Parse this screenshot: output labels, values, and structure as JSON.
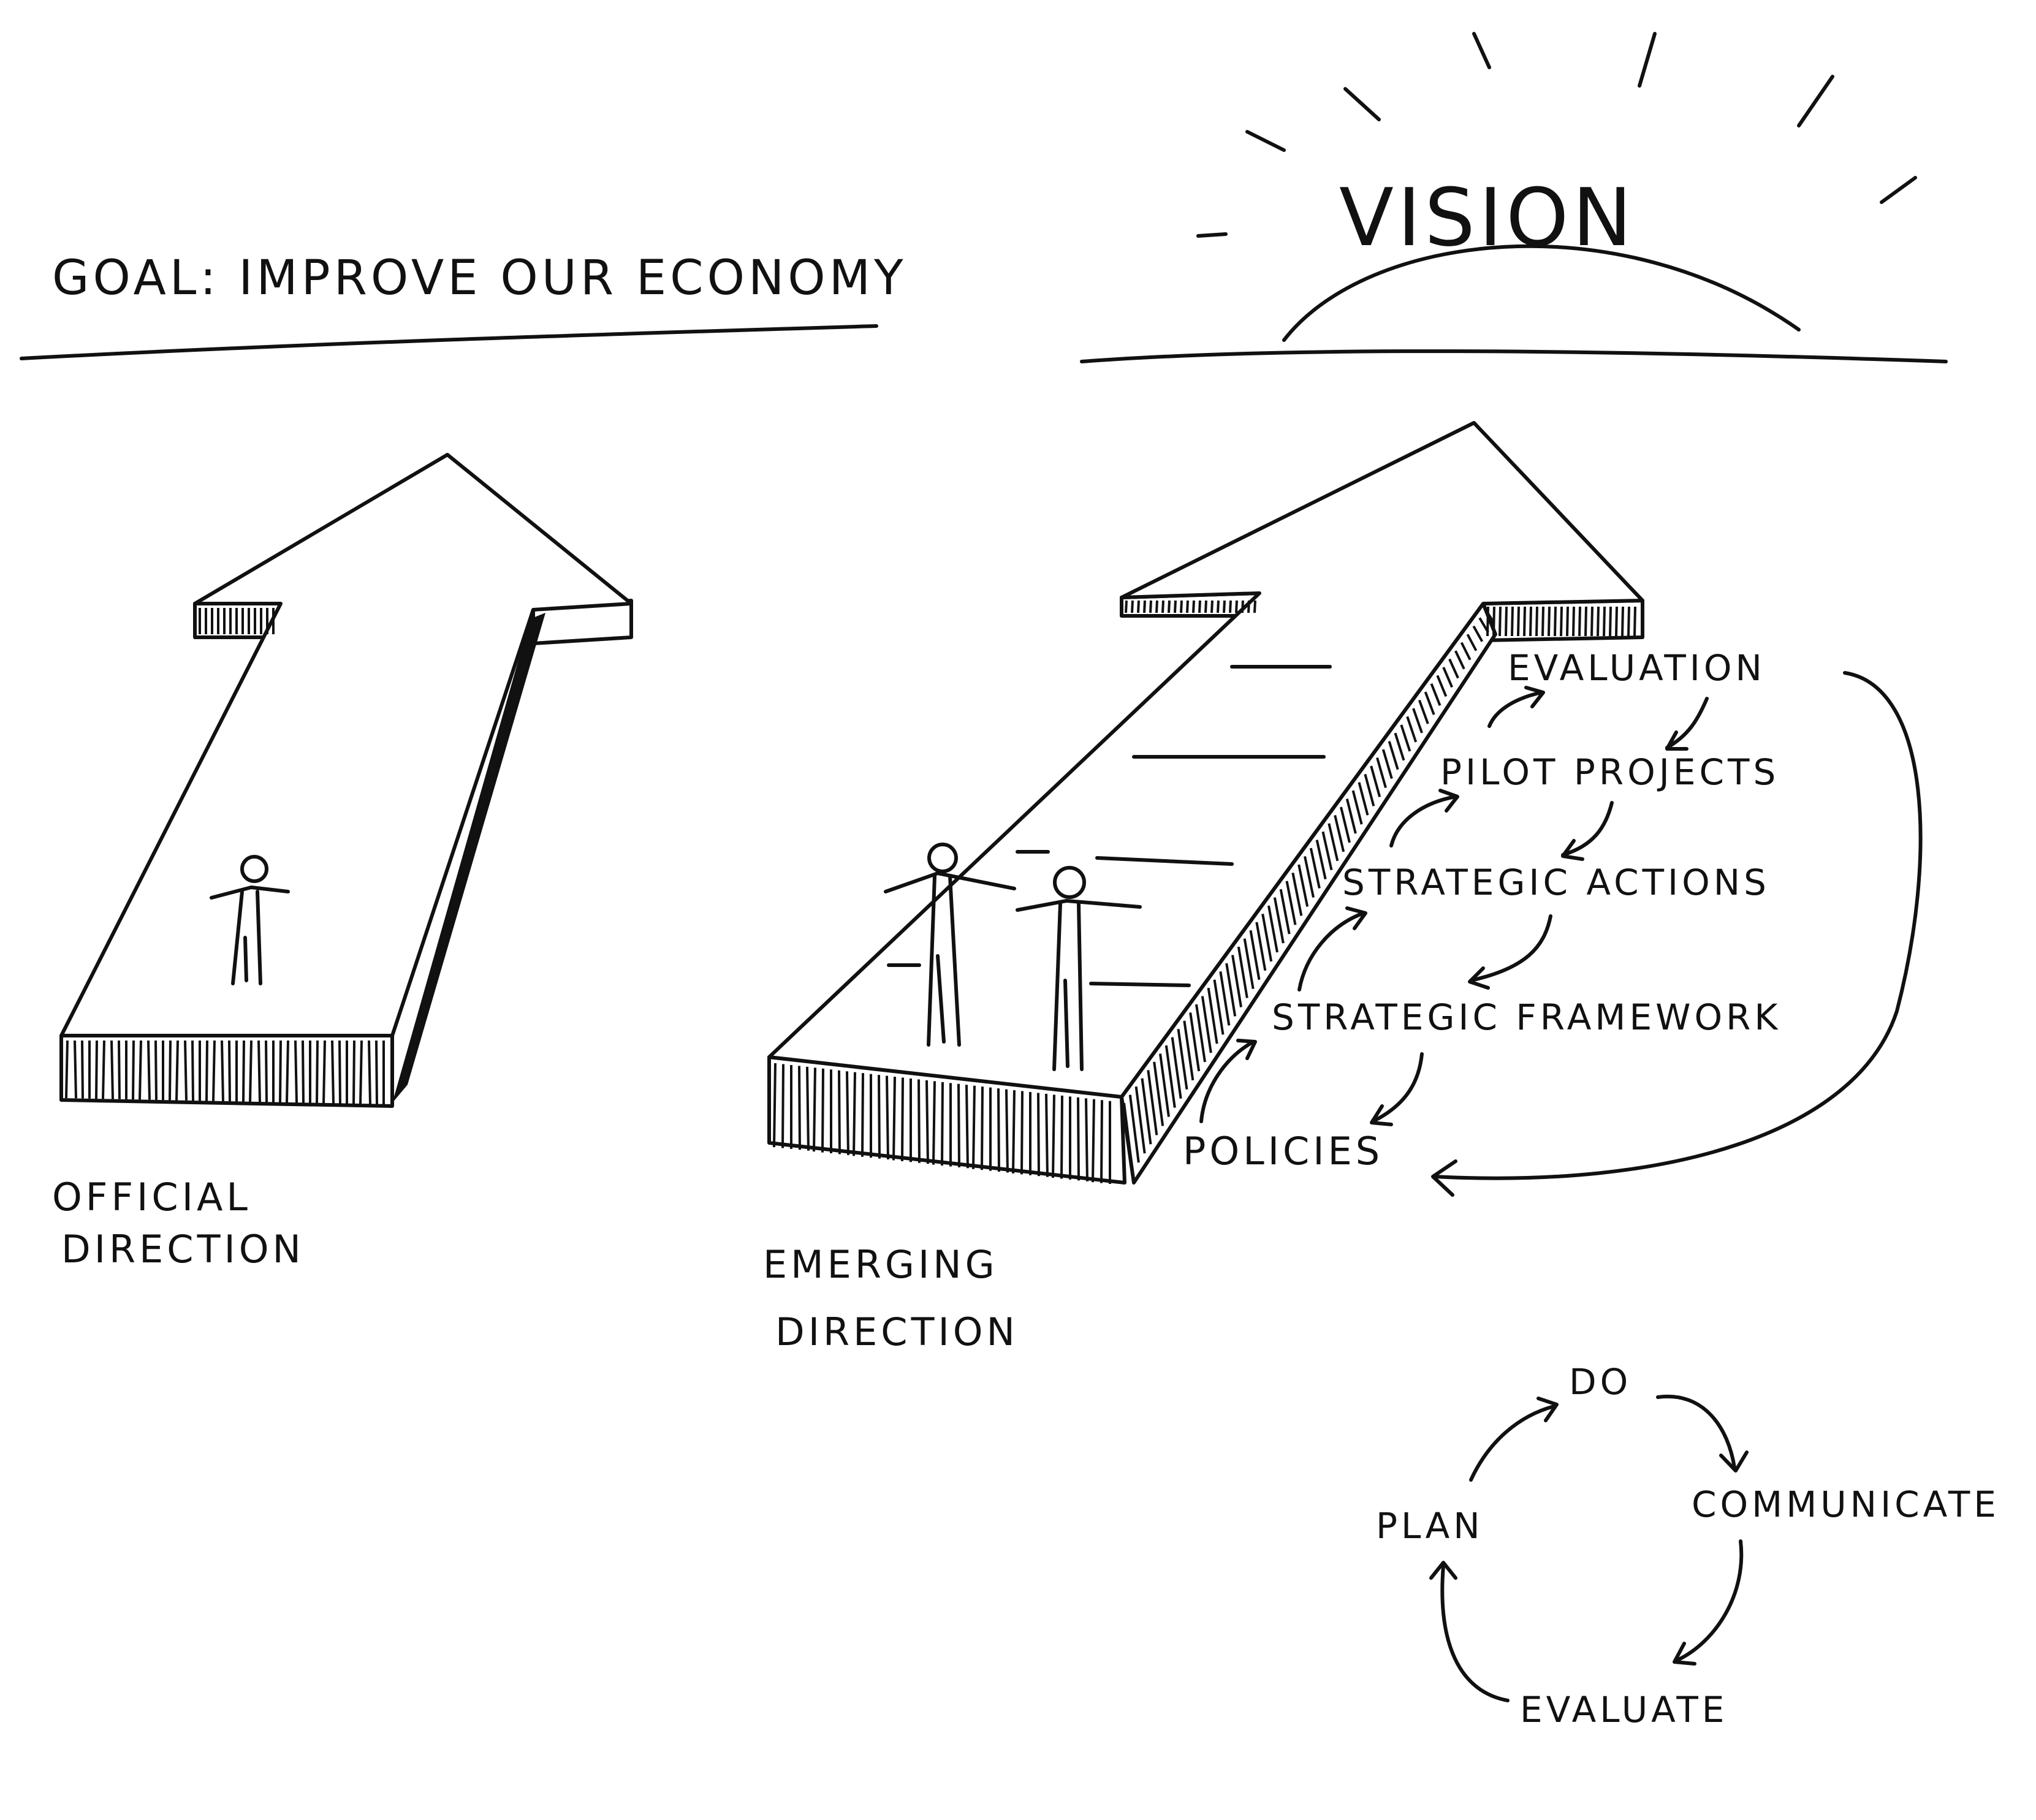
{
  "goal": "GOAL: IMPROVE OUR ECONOMY",
  "vision": "VISION",
  "left_arrow": {
    "label_line1": "OFFICIAL",
    "label_line2": "DIRECTION"
  },
  "right_arrow": {
    "label_line1": "EMERGING",
    "label_line2": "DIRECTION"
  },
  "cycle_steps": [
    "EVALUATION",
    "PILOT PROJECTS",
    "STRATEGIC ACTIONS",
    "STRATEGIC FRAMEWORK",
    "POLICIES"
  ],
  "loop": {
    "do": "DO",
    "communicate": "COMMUNICATE",
    "evaluate": "EVALUATE",
    "plan": "PLAN"
  },
  "colors": {
    "ink": "#111111",
    "paper": "#ffffff"
  }
}
